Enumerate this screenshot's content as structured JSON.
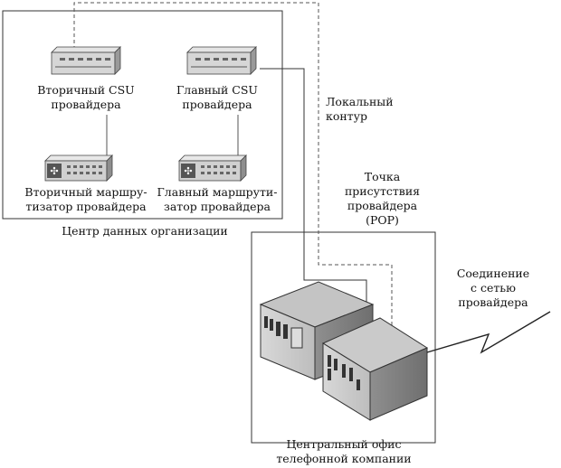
{
  "devices": {
    "secondary_csu": {
      "line1": "Вторичный CSU",
      "line2": "провайдера"
    },
    "primary_csu": {
      "line1": "Главный CSU",
      "line2": "провайдера"
    },
    "secondary_router": {
      "line1": "Вторичный маршру-",
      "line2": "тизатор провайдера"
    },
    "primary_router": {
      "line1": "Главный маршрути-",
      "line2": "затор провайдера"
    }
  },
  "datacenter_label": "Центр данных организации",
  "local_loop": {
    "line1": "Локальный",
    "line2": "контур"
  },
  "pop": {
    "line1": "Точка",
    "line2": "присутствия",
    "line3": "провайдера",
    "line4": "(POP)"
  },
  "network_connection": {
    "line1": "Соединение",
    "line2": "с сетью",
    "line3": "провайдера"
  },
  "central_office": {
    "line1": "Центральный офис",
    "line2": "телефонной компании"
  }
}
